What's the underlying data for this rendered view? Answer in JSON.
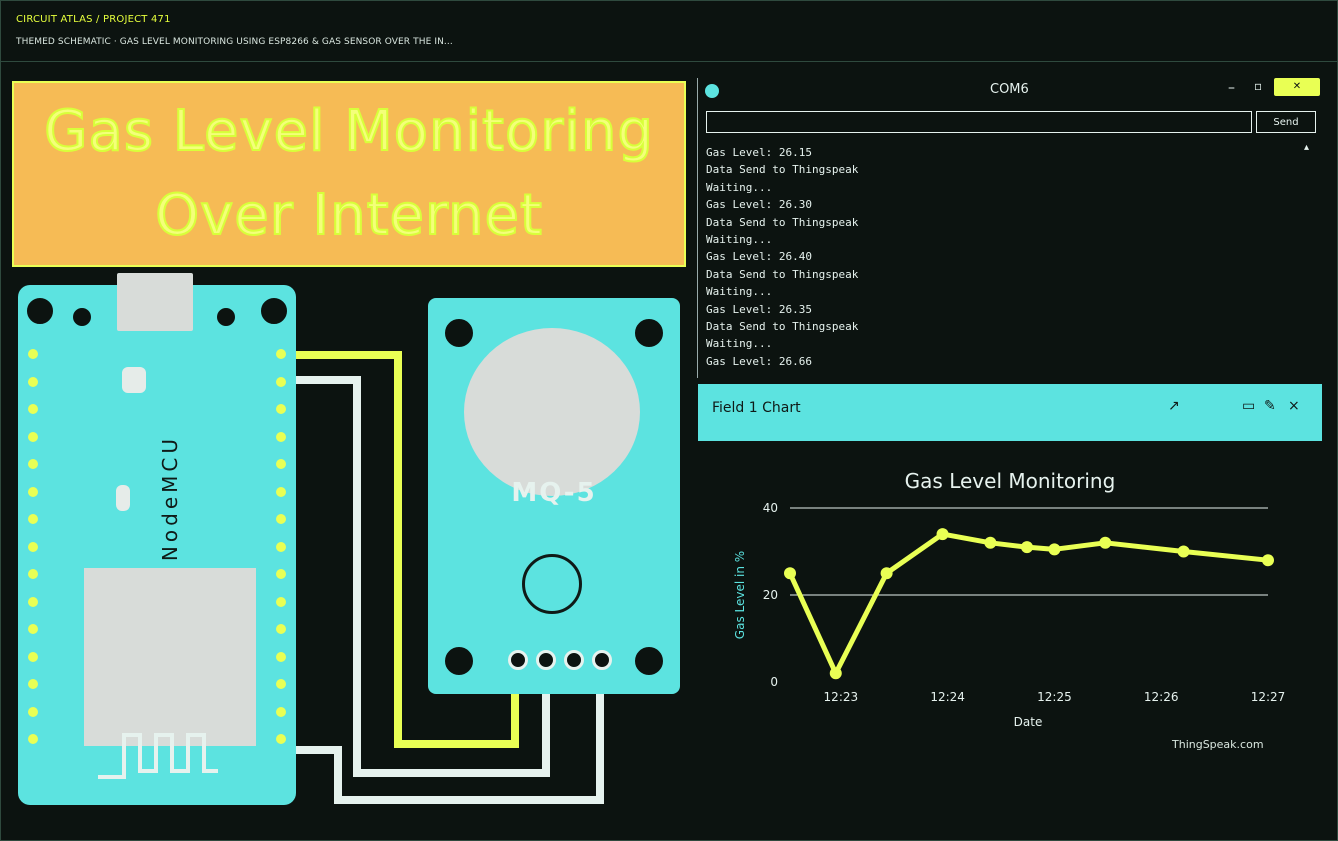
{
  "header": {
    "crumb": "CIRCUIT ATLAS / PROJECT 471",
    "subtitle": "THEMED SCHEMATIC · GAS LEVEL MONITORING USING ESP8266 & GAS SENSOR OVER THE IN..."
  },
  "banner": {
    "line1": "Gas Level Monitoring",
    "line2": "Over Internet"
  },
  "serial_monitor": {
    "title": "COM6",
    "send_label": "Send",
    "lines": [
      "Gas Level: 26.15",
      "Data Send to Thingspeak",
      "Waiting...",
      "Gas Level: 26.30",
      "Data Send to Thingspeak",
      "Waiting...",
      "Gas Level: 26.40",
      "Data Send to Thingspeak",
      "Waiting...",
      "Gas Level: 26.35",
      "Data Send to Thingspeak",
      "Waiting...",
      "Gas Level: 26.66"
    ]
  },
  "thingspeak_bar": {
    "label": "Field 1 Chart"
  },
  "board": {
    "label": "NodeMCU"
  },
  "sensor": {
    "label": "MQ-5"
  },
  "colors": {
    "accent": "#e9ff54",
    "board": "#5ce3e0",
    "banner": "#f6bb55"
  },
  "chart_data": {
    "type": "line",
    "title": "Gas Level Monitoring",
    "xlabel": "Date",
    "ylabel": "Gas Level in %",
    "ylim": [
      0,
      40
    ],
    "yticks": [
      0,
      20,
      40
    ],
    "xticks": [
      "12:23",
      "12:24",
      "12:25",
      "12:26",
      "12:27"
    ],
    "x": [
      0.0,
      0.45,
      0.95,
      1.5,
      1.97,
      2.33,
      2.6,
      3.1,
      3.87,
      4.7
    ],
    "values": [
      25,
      2,
      25,
      34,
      32,
      31,
      30.5,
      32,
      30,
      28
    ],
    "grid": true,
    "source": "ThingSpeak.com"
  }
}
